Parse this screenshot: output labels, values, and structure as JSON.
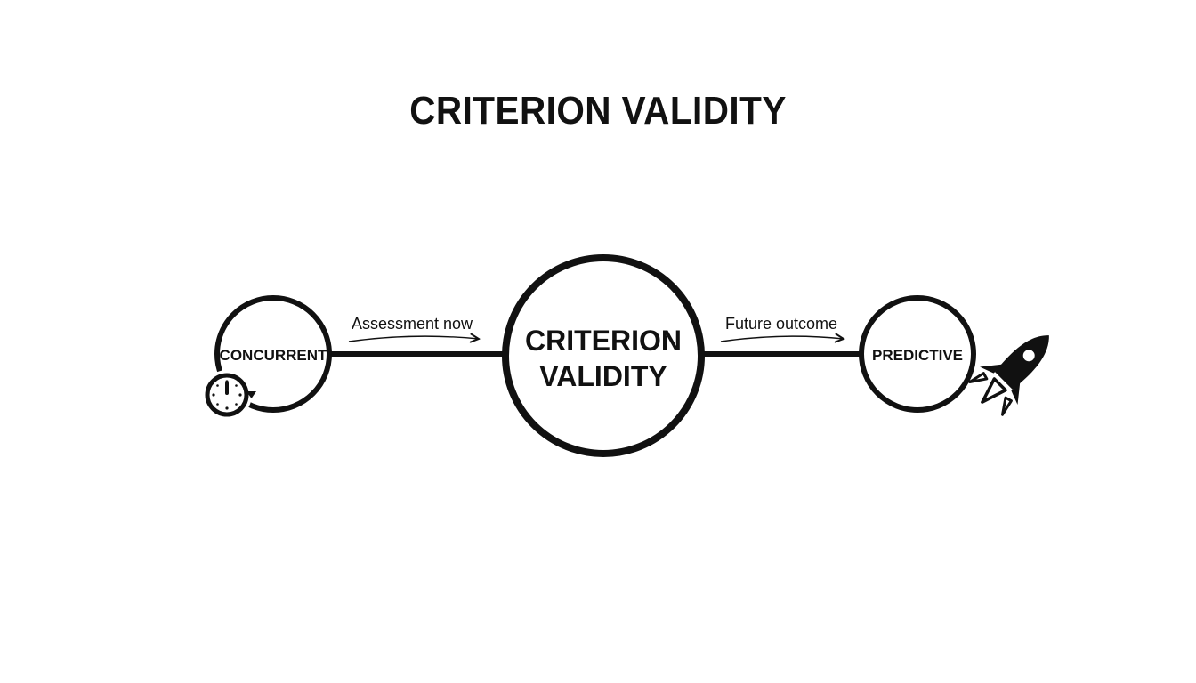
{
  "title": "CRITERION VALIDITY",
  "nodes": {
    "concurrent": {
      "label": "CONCURRENT",
      "icon": "clock-icon"
    },
    "center": {
      "line1": "CRITERION",
      "line2": "VALIDITY"
    },
    "predictive": {
      "label": "PREDICTIVE",
      "icon": "rocket-icon"
    }
  },
  "connectors": {
    "left": {
      "label": "Assessment now"
    },
    "right": {
      "label": "Future outcome"
    }
  },
  "colors": {
    "ink": "#111111",
    "background": "#ffffff"
  }
}
